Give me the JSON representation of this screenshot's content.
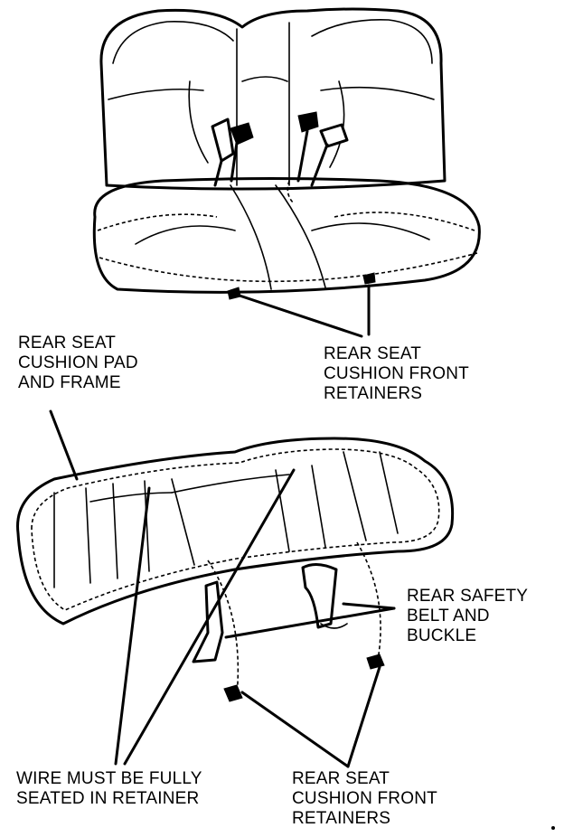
{
  "labels": {
    "top_retainers": [
      "REAR SEAT",
      "CUSHION FRONT",
      "RETAINERS"
    ],
    "pad_frame": [
      "REAR SEAT",
      "CUSHION PAD",
      "AND FRAME"
    ],
    "safety_belt": [
      "REAR SAFETY",
      "BELT AND",
      "BUCKLE"
    ],
    "wire": [
      "WIRE MUST BE FULLY",
      "SEATED IN RETAINER"
    ],
    "bottom_retainers": [
      "REAR SEAT",
      "CUSHION FRONT",
      "RETAINERS"
    ]
  }
}
